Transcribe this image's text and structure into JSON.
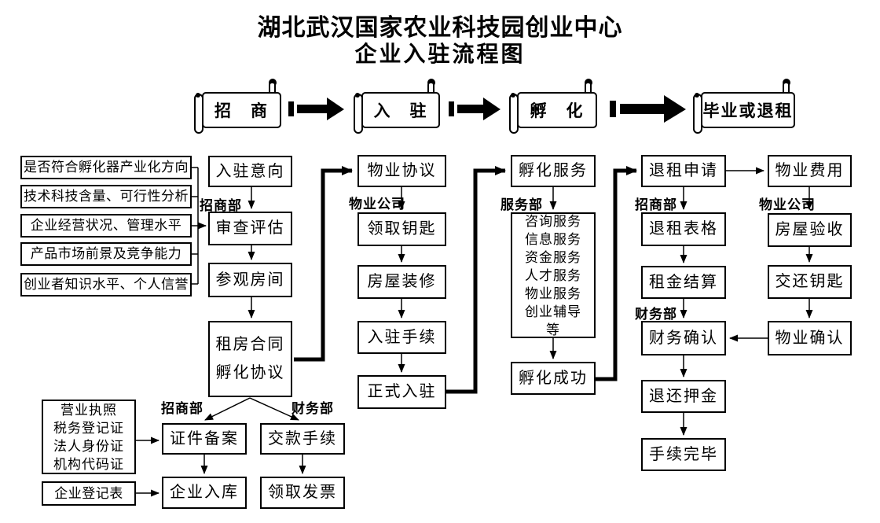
{
  "colors": {
    "ink": "#000000",
    "paper": "#ffffff"
  },
  "title": {
    "line1": "湖北武汉国家农业科技园创业中心",
    "line2": "企业入驻流程图"
  },
  "phases": [
    {
      "label": "招　商"
    },
    {
      "label": "入　驻"
    },
    {
      "label": "孵　化"
    },
    {
      "label": "毕业或退租"
    }
  ],
  "criteria": [
    "是否符合孵化器产业化方向",
    "技术科技含量、可行性分析",
    "企业经营状况、管理水平",
    "产品市场前景及竞争能力",
    "创业者知识水平、个人信誉"
  ],
  "zhaoshang_flow": {
    "dept": "招商部",
    "intent": "入驻意向",
    "review": "审查评估",
    "visit": "参观房间",
    "contract": [
      "租房合同",
      "孵化协议"
    ]
  },
  "registration": {
    "dept_left": "招商部",
    "dept_right": "财务部",
    "docs": [
      "营业执照",
      "税务登记证",
      "法人身份证",
      "机构代码证"
    ],
    "form": "企业登记表",
    "filing": "证件备案",
    "warehouse": "企业入库",
    "payment": "交款手续",
    "invoice": "领取发票"
  },
  "ruzhu_flow": {
    "dept": "物业公司",
    "agreement": "物业协议",
    "keys": "领取钥匙",
    "decoration": "房屋装修",
    "procedures": "入驻手续",
    "official": "正式入驻"
  },
  "fuhua_flow": {
    "dept": "服务部",
    "service": "孵化服务",
    "services": [
      "咨询服务",
      "信息服务",
      "资金服务",
      "人才服务",
      "物业服务",
      "创业辅导",
      "等"
    ],
    "success": "孵化成功"
  },
  "tuizu_flow": {
    "dept1": "招商部",
    "dept2": "财务部",
    "apply": "退租申请",
    "form": "退租表格",
    "settle": "租金结算",
    "finance_confirm": "财务确认",
    "deposit": "退还押金",
    "complete": "手续完毕"
  },
  "wuye_flow": {
    "dept": "物业公司",
    "fee": "物业费用",
    "inspection": "房屋验收",
    "return_keys": "交还钥匙",
    "confirm": "物业确认"
  }
}
